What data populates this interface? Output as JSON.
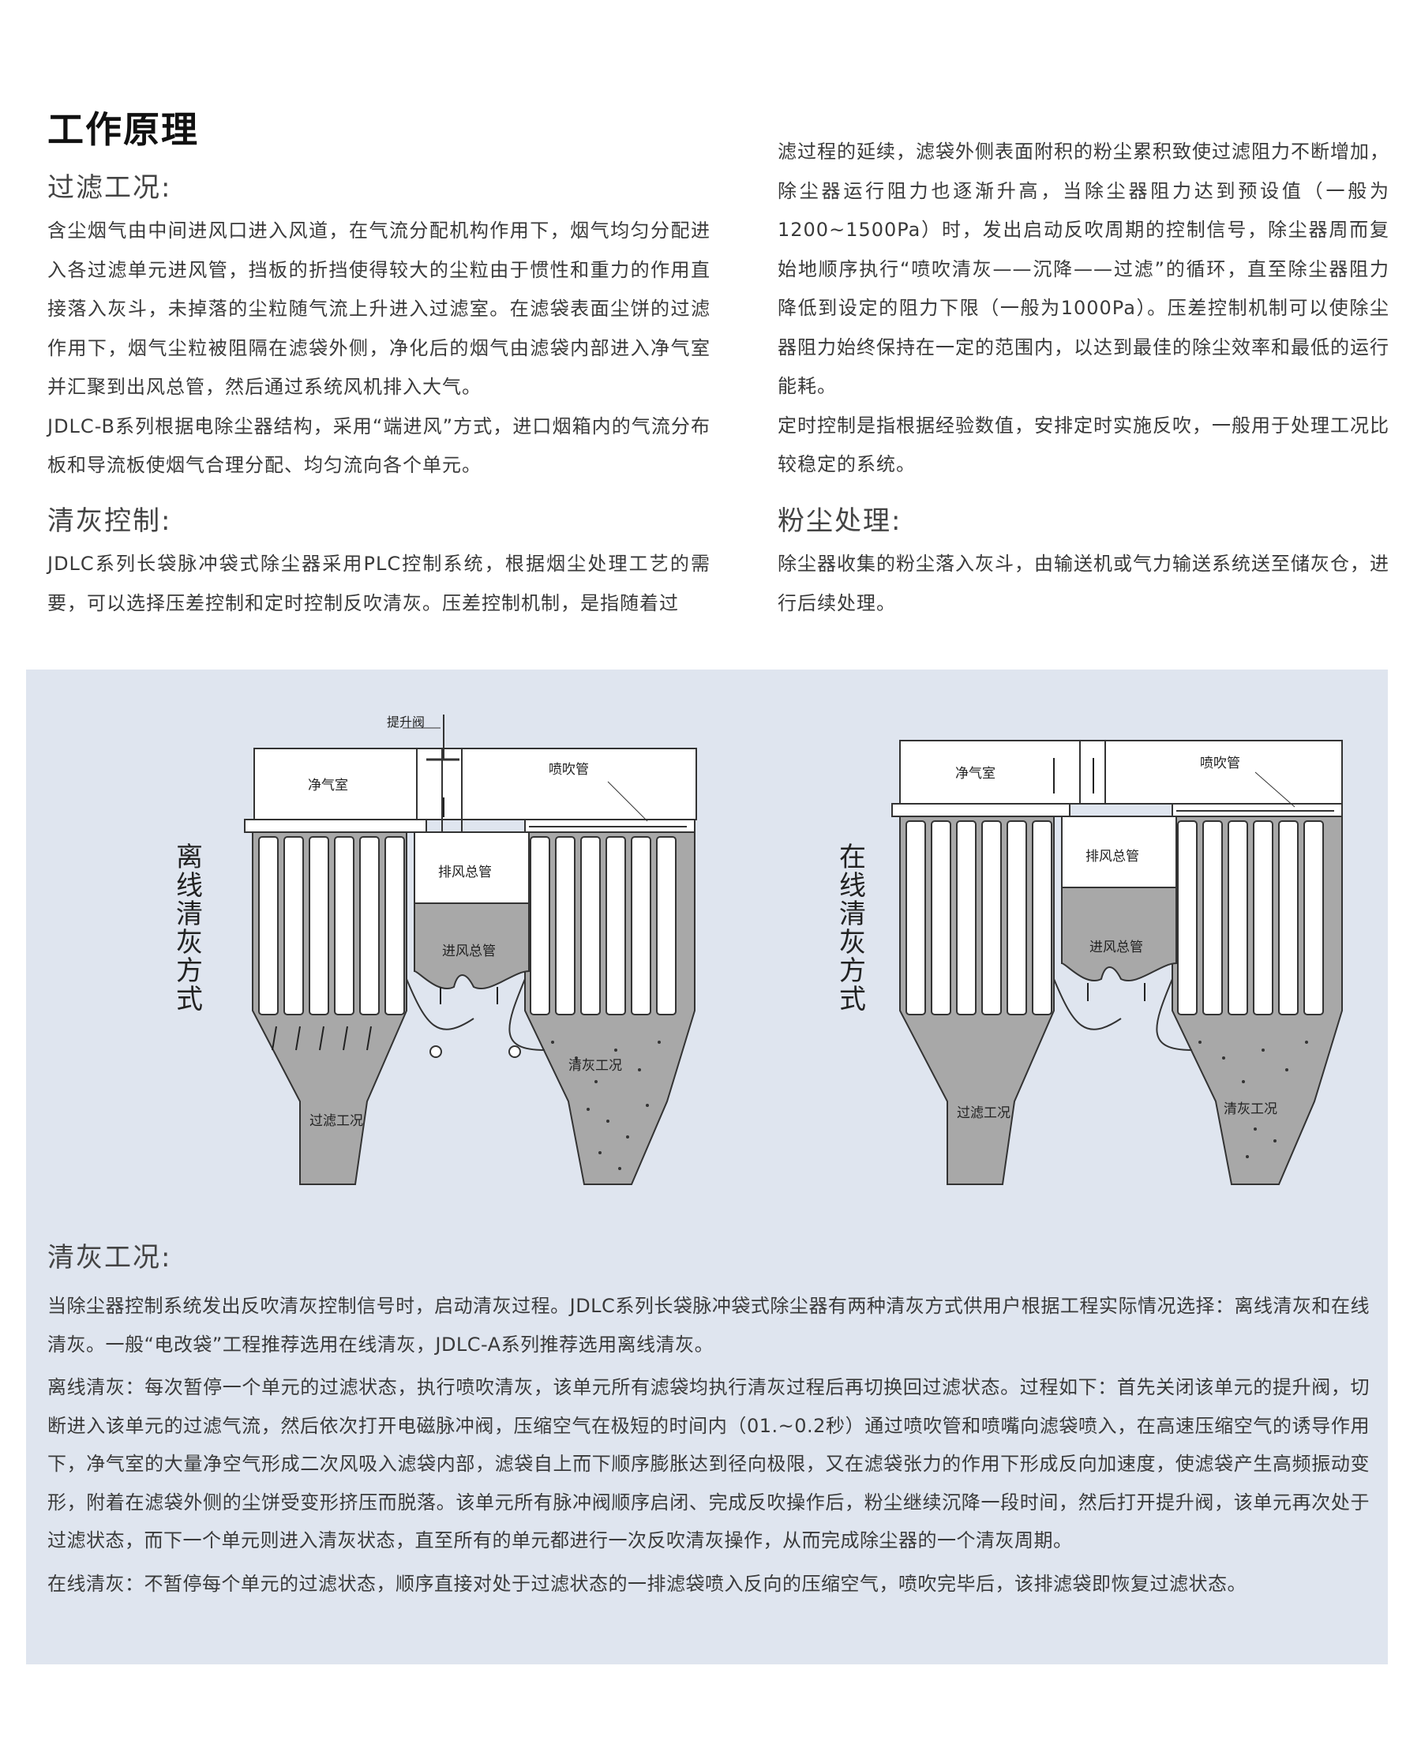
{
  "title": "工作原理",
  "sections": {
    "filter": {
      "heading": "过滤工况:",
      "paragraphs": [
        "含尘烟气由中间进风口进入风道，在气流分配机构作用下，烟气均匀分配进入各过滤单元进风管，挡板的折挡使得较大的尘粒由于惯性和重力的作用直接落入灰斗，未掉落的尘粒随气流上升进入过滤室。在滤袋表面尘饼的过滤作用下，烟气尘粒被阻隔在滤袋外侧，净化后的烟气由滤袋内部进入净气室并汇聚到出风总管，然后通过系统风机排入大气。",
        "JDLC-B系列根据电除尘器结构，采用“端进风”方式，进口烟箱内的气流分布板和导流板使烟气合理分配、均匀流向各个单元。"
      ]
    },
    "control": {
      "heading": "清灰控制:",
      "paragraph_start": "JDLC系列长袋脉冲袋式除尘器采用PLC控制系统，根据烟尘处理工艺的需要，可以选择压差控制和定时控制反吹清灰。压差控制机制，是指随着过",
      "paragraph_cont": "滤过程的延续，滤袋外侧表面附积的粉尘累积致使过滤阻力不断增加，除尘器运行阻力也逐渐升高，当除尘器阻力达到预设值（一般为1200~1500Pa）时，发出启动反吹周期的控制信号，除尘器周而复始地顺序执行“喷吹清灰——沉降——过滤”的循环，直至除尘器阻力降低到设定的阻力下限（一般为1000Pa）。压差控制机制可以使除尘器阻力始终保持在一定的范围内，以达到最佳的除尘效率和最低的运行能耗。",
      "paragraph_timer": "定时控制是指根据经验数值，安排定时实施反吹，一般用于处理工况比较稳定的系统。"
    },
    "dust": {
      "heading": "粉尘处理:",
      "paragraph": "除尘器收集的粉尘落入灰斗，由输送机或气力输送系统送至储灰仓，进行后续处理。"
    },
    "cleaning": {
      "heading": "清灰工况:",
      "paragraphs": [
        "当除尘器控制系统发出反吹清灰控制信号时，启动清灰过程。JDLC系列长袋脉冲袋式除尘器有两种清灰方式供用户根据工程实际情况选择：离线清灰和在线清灰。一般“电改袋”工程推荐选用在线清灰，JDLC-A系列推荐选用离线清灰。",
        "离线清灰：每次暂停一个单元的过滤状态，执行喷吹清灰，该单元所有滤袋均执行清灰过程后再切换回过滤状态。过程如下：首先关闭该单元的提升阀，切断进入该单元的过滤气流，然后依次打开电磁脉冲阀，压缩空气在极短的时间内（01.~0.2秒）通过喷吹管和喷嘴向滤袋喷入，在高速压缩空气的诱导作用下，净气室的大量净空气形成二次风吸入滤袋内部，滤袋自上而下顺序膨胀达到径向极限，又在滤袋张力的作用下形成反向加速度，使滤袋产生高频振动变形，附着在滤袋外侧的尘饼受变形挤压而脱落。该单元所有脉冲阀顺序启闭、完成反吹操作后，粉尘继续沉降一段时间，然后打开提升阀，该单元再次处于过滤状态，而下一个单元则进入清灰状态，直至所有的单元都进行一次反吹清灰操作，从而完成除尘器的一个清灰周期。",
        "在线清灰：不暂停每个单元的过滤状态，顺序直接对处于过滤状态的一排滤袋喷入反向的压缩空气，喷吹完毕后，该排滤袋即恢复过滤状态。"
      ]
    }
  },
  "diagrams": {
    "offline": {
      "side_label": "离线清灰方式",
      "labels": {
        "lift_valve": "提升阀",
        "clean_room": "净气室",
        "blow_pipe": "喷吹管",
        "exhaust": "排风总管",
        "intake": "进风总管",
        "cleaning_state": "清灰工况",
        "filter_state": "过滤工况"
      }
    },
    "online": {
      "side_label": "在线清灰方式",
      "labels": {
        "clean_room": "净气室",
        "blow_pipe": "喷吹管",
        "exhaust": "排风总管",
        "intake": "进风总管",
        "cleaning_state": "清灰工况",
        "filter_state": "过滤工况"
      }
    }
  },
  "colors": {
    "panel_bg": "#dfe5ef",
    "dust_grey": "#a8a8a8",
    "outline": "#333333"
  }
}
